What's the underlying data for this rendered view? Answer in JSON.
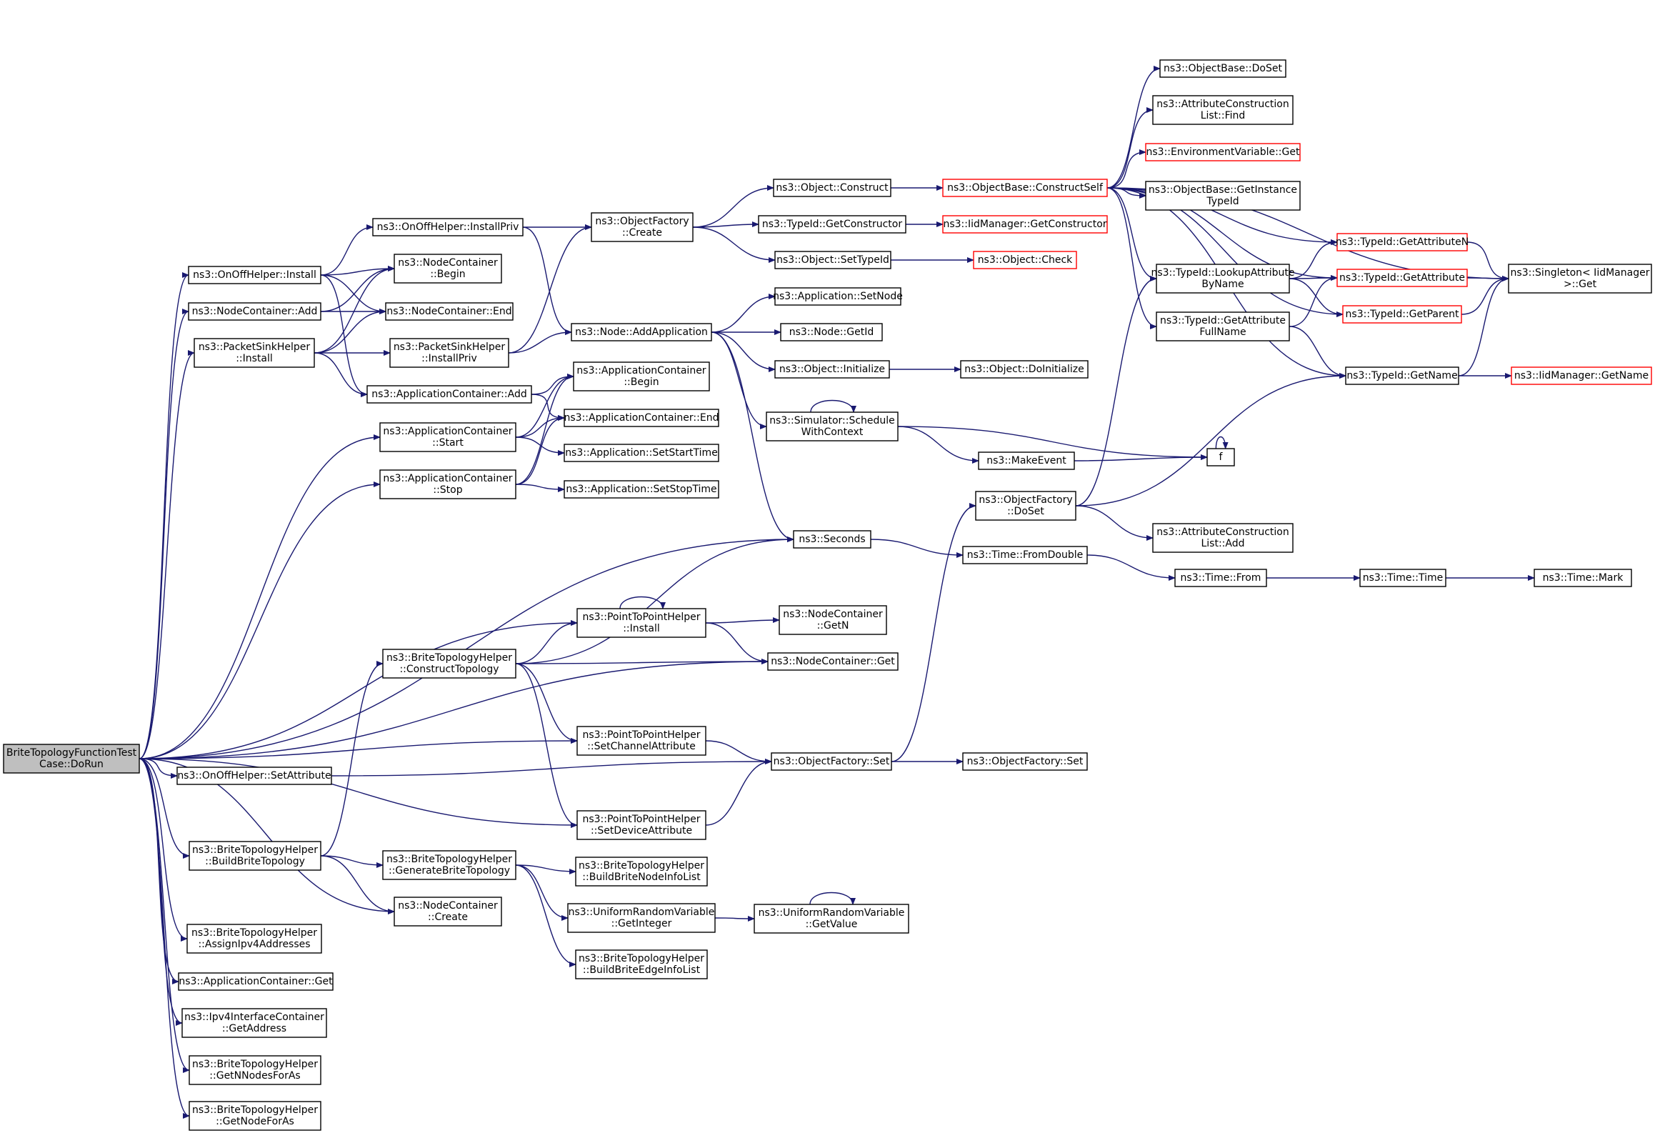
{
  "diagram": {
    "type": "call-graph",
    "edge_color": "#191970",
    "node_border": "#000000",
    "truncated_node_border": "#ff0000",
    "root_fill": "#bfbfbf"
  },
  "nodes": [
    {
      "id": "root",
      "lines": [
        "BriteTopologyFunctionTest",
        "Case::DoRun"
      ],
      "root": true
    },
    {
      "id": "onoffInstall",
      "lines": [
        "ns3::OnOffHelper::Install"
      ]
    },
    {
      "id": "ncAdd",
      "lines": [
        "ns3::NodeContainer::Add"
      ]
    },
    {
      "id": "psInstall",
      "lines": [
        "ns3::PacketSinkHelper",
        "::Install"
      ]
    },
    {
      "id": "acStart",
      "lines": [
        "ns3::ApplicationContainer",
        "::Start"
      ]
    },
    {
      "id": "acStop",
      "lines": [
        "ns3::ApplicationContainer",
        "::Stop"
      ]
    },
    {
      "id": "btConstruct",
      "lines": [
        "ns3::BriteTopologyHelper",
        "::ConstructTopology"
      ]
    },
    {
      "id": "onoffSetAttr",
      "lines": [
        "ns3::OnOffHelper::SetAttribute"
      ]
    },
    {
      "id": "btBuild",
      "lines": [
        "ns3::BriteTopologyHelper",
        "::BuildBriteTopology"
      ]
    },
    {
      "id": "btAssign",
      "lines": [
        "ns3::BriteTopologyHelper",
        "::AssignIpv4Addresses"
      ]
    },
    {
      "id": "acGet",
      "lines": [
        "ns3::ApplicationContainer::Get"
      ]
    },
    {
      "id": "ipv4GetAddr",
      "lines": [
        "ns3::Ipv4InterfaceContainer",
        "::GetAddress"
      ]
    },
    {
      "id": "btGetNNodes",
      "lines": [
        "ns3::BriteTopologyHelper",
        "::GetNNodesForAs"
      ]
    },
    {
      "id": "btGetNode",
      "lines": [
        "ns3::BriteTopologyHelper",
        "::GetNodeForAs"
      ]
    },
    {
      "id": "onoffInstallPriv",
      "lines": [
        "ns3::OnOffHelper::InstallPriv"
      ]
    },
    {
      "id": "ncBegin",
      "lines": [
        "ns3::NodeContainer",
        "::Begin"
      ]
    },
    {
      "id": "ncEnd",
      "lines": [
        "ns3::NodeContainer::End"
      ]
    },
    {
      "id": "psInstallPriv",
      "lines": [
        "ns3::PacketSinkHelper",
        "::InstallPriv"
      ]
    },
    {
      "id": "acAdd",
      "lines": [
        "ns3::ApplicationContainer::Add"
      ]
    },
    {
      "id": "btGenerate",
      "lines": [
        "ns3::BriteTopologyHelper",
        "::GenerateBriteTopology"
      ]
    },
    {
      "id": "ncCreate",
      "lines": [
        "ns3::NodeContainer",
        "::Create"
      ]
    },
    {
      "id": "ofCreate",
      "lines": [
        "ns3::ObjectFactory",
        "::Create"
      ]
    },
    {
      "id": "nodeAddApp",
      "lines": [
        "ns3::Node::AddApplication"
      ]
    },
    {
      "id": "acBegin",
      "lines": [
        "ns3::ApplicationContainer",
        "::Begin"
      ]
    },
    {
      "id": "acEnd",
      "lines": [
        "ns3::ApplicationContainer::End"
      ]
    },
    {
      "id": "appSetStart",
      "lines": [
        "ns3::Application::SetStartTime"
      ]
    },
    {
      "id": "appSetStop",
      "lines": [
        "ns3::Application::SetStopTime"
      ]
    },
    {
      "id": "p2pInstall",
      "lines": [
        "ns3::PointToPointHelper",
        "::Install"
      ]
    },
    {
      "id": "p2pSetChannel",
      "lines": [
        "ns3::PointToPointHelper",
        "::SetChannelAttribute"
      ]
    },
    {
      "id": "p2pSetDevice",
      "lines": [
        "ns3::PointToPointHelper",
        "::SetDeviceAttribute"
      ]
    },
    {
      "id": "btNodeInfo",
      "lines": [
        "ns3::BriteTopologyHelper",
        "::BuildBriteNodeInfoList"
      ]
    },
    {
      "id": "urvGetInteger",
      "lines": [
        "ns3::UniformRandomVariable",
        "::GetInteger"
      ]
    },
    {
      "id": "btEdgeInfo",
      "lines": [
        "ns3::BriteTopologyHelper",
        "::BuildBriteEdgeInfoList"
      ]
    },
    {
      "id": "objConstruct",
      "lines": [
        "ns3::Object::Construct"
      ]
    },
    {
      "id": "tidGetCtor",
      "lines": [
        "ns3::TypeId::GetConstructor"
      ]
    },
    {
      "id": "objSetTypeId",
      "lines": [
        "ns3::Object::SetTypeId"
      ]
    },
    {
      "id": "appSetNode",
      "lines": [
        "ns3::Application::SetNode"
      ]
    },
    {
      "id": "nodeGetId",
      "lines": [
        "ns3::Node::GetId"
      ]
    },
    {
      "id": "objInitialize",
      "lines": [
        "ns3::Object::Initialize"
      ]
    },
    {
      "id": "simSchedule",
      "lines": [
        "ns3::Simulator::Schedule",
        "WithContext"
      ]
    },
    {
      "id": "makeEvent",
      "lines": [
        "ns3::MakeEvent"
      ]
    },
    {
      "id": "seconds",
      "lines": [
        "ns3::Seconds"
      ]
    },
    {
      "id": "ncGetN",
      "lines": [
        "ns3::NodeContainer",
        "::GetN"
      ]
    },
    {
      "id": "ncGet",
      "lines": [
        "ns3::NodeContainer::Get"
      ]
    },
    {
      "id": "ofSet",
      "lines": [
        "ns3::ObjectFactory::Set"
      ]
    },
    {
      "id": "urvGetValue",
      "lines": [
        "ns3::UniformRandomVariable",
        "::GetValue"
      ]
    },
    {
      "id": "obConstructSelf",
      "lines": [
        "ns3::ObjectBase::ConstructSelf"
      ],
      "red": true
    },
    {
      "id": "iidGetCtor",
      "lines": [
        "ns3::IidManager::GetConstructor"
      ],
      "red": true
    },
    {
      "id": "objCheck",
      "lines": [
        "ns3::Object::Check"
      ],
      "red": true
    },
    {
      "id": "objDoInit",
      "lines": [
        "ns3::Object::DoInitialize"
      ]
    },
    {
      "id": "ofDoSet",
      "lines": [
        "ns3::ObjectFactory",
        "::DoSet"
      ]
    },
    {
      "id": "timeFromDouble",
      "lines": [
        "ns3::Time::FromDouble"
      ]
    },
    {
      "id": "ofSet2",
      "lines": [
        "ns3::ObjectFactory::Set"
      ]
    },
    {
      "id": "obDoSet",
      "lines": [
        "ns3::ObjectBase::DoSet"
      ]
    },
    {
      "id": "aclFind",
      "lines": [
        "ns3::AttributeConstruction",
        "List::Find"
      ]
    },
    {
      "id": "envGet",
      "lines": [
        "ns3::EnvironmentVariable::Get"
      ],
      "red": true
    },
    {
      "id": "obGetInstTid",
      "lines": [
        "ns3::ObjectBase::GetInstance",
        "TypeId"
      ]
    },
    {
      "id": "tidLookup",
      "lines": [
        "ns3::TypeId::LookupAttribute",
        "ByName"
      ]
    },
    {
      "id": "tidGetAttrFull",
      "lines": [
        "ns3::TypeId::GetAttribute",
        "FullName"
      ]
    },
    {
      "id": "f",
      "lines": [
        "f"
      ]
    },
    {
      "id": "aclAdd",
      "lines": [
        "ns3::AttributeConstruction",
        "List::Add"
      ]
    },
    {
      "id": "timeFrom",
      "lines": [
        "ns3::Time::From"
      ]
    },
    {
      "id": "tidGetAttrN",
      "lines": [
        "ns3::TypeId::GetAttributeN"
      ],
      "red": true
    },
    {
      "id": "tidGetAttr",
      "lines": [
        "ns3::TypeId::GetAttribute"
      ],
      "red": true
    },
    {
      "id": "tidGetParent",
      "lines": [
        "ns3::TypeId::GetParent"
      ],
      "red": true
    },
    {
      "id": "tidGetName",
      "lines": [
        "ns3::TypeId::GetName"
      ]
    },
    {
      "id": "timeTime",
      "lines": [
        "ns3::Time::Time"
      ]
    },
    {
      "id": "singletonGet",
      "lines": [
        "ns3::Singleton< IidManager",
        ">::Get"
      ]
    },
    {
      "id": "iidGetName",
      "lines": [
        "ns3::IidManager::GetName"
      ],
      "red": true
    },
    {
      "id": "timeMark",
      "lines": [
        "ns3::Time::Mark"
      ]
    }
  ],
  "edges": [
    [
      "root",
      "onoffInstall"
    ],
    [
      "root",
      "ncAdd"
    ],
    [
      "root",
      "psInstall"
    ],
    [
      "root",
      "acStart"
    ],
    [
      "root",
      "acStop"
    ],
    [
      "root",
      "seconds"
    ],
    [
      "root",
      "p2pInstall"
    ],
    [
      "root",
      "ncGet"
    ],
    [
      "root",
      "p2pSetChannel"
    ],
    [
      "root",
      "onoffSetAttr"
    ],
    [
      "root",
      "p2pSetDevice"
    ],
    [
      "root",
      "btBuild"
    ],
    [
      "root",
      "ncCreate"
    ],
    [
      "root",
      "btAssign"
    ],
    [
      "root",
      "acGet"
    ],
    [
      "root",
      "ipv4GetAddr"
    ],
    [
      "root",
      "btGetNNodes"
    ],
    [
      "root",
      "btGetNode"
    ],
    [
      "onoffInstall",
      "onoffInstallPriv"
    ],
    [
      "onoffInstall",
      "ncBegin"
    ],
    [
      "onoffInstall",
      "ncEnd"
    ],
    [
      "onoffInstall",
      "acAdd"
    ],
    [
      "ncAdd",
      "ncBegin"
    ],
    [
      "ncAdd",
      "ncEnd"
    ],
    [
      "psInstall",
      "psInstallPriv"
    ],
    [
      "psInstall",
      "ncBegin"
    ],
    [
      "psInstall",
      "ncEnd"
    ],
    [
      "psInstall",
      "acAdd"
    ],
    [
      "acStart",
      "acBegin"
    ],
    [
      "acStart",
      "acEnd"
    ],
    [
      "acStart",
      "appSetStart"
    ],
    [
      "acStop",
      "acBegin"
    ],
    [
      "acStop",
      "acEnd"
    ],
    [
      "acStop",
      "appSetStop"
    ],
    [
      "btConstruct",
      "p2pInstall"
    ],
    [
      "btConstruct",
      "ncGet"
    ],
    [
      "btConstruct",
      "p2pSetChannel"
    ],
    [
      "btConstruct",
      "p2pSetDevice"
    ],
    [
      "btConstruct",
      "seconds"
    ],
    [
      "onoffSetAttr",
      "ofSet"
    ],
    [
      "btBuild",
      "btConstruct"
    ],
    [
      "btBuild",
      "btGenerate"
    ],
    [
      "btBuild",
      "ncCreate"
    ],
    [
      "onoffInstallPriv",
      "ofCreate"
    ],
    [
      "onoffInstallPriv",
      "nodeAddApp"
    ],
    [
      "psInstallPriv",
      "ofCreate"
    ],
    [
      "psInstallPriv",
      "nodeAddApp"
    ],
    [
      "acAdd",
      "acBegin"
    ],
    [
      "acAdd",
      "acEnd"
    ],
    [
      "btGenerate",
      "btNodeInfo"
    ],
    [
      "btGenerate",
      "urvGetInteger"
    ],
    [
      "btGenerate",
      "btEdgeInfo"
    ],
    [
      "ofCreate",
      "objConstruct"
    ],
    [
      "ofCreate",
      "tidGetCtor"
    ],
    [
      "ofCreate",
      "objSetTypeId"
    ],
    [
      "nodeAddApp",
      "appSetNode"
    ],
    [
      "nodeAddApp",
      "nodeGetId"
    ],
    [
      "nodeAddApp",
      "objInitialize"
    ],
    [
      "nodeAddApp",
      "simSchedule"
    ],
    [
      "nodeAddApp",
      "seconds"
    ],
    [
      "p2pInstall",
      "p2pInstall"
    ],
    [
      "p2pInstall",
      "ncGetN"
    ],
    [
      "p2pInstall",
      "ncGet"
    ],
    [
      "p2pSetChannel",
      "ofSet"
    ],
    [
      "p2pSetDevice",
      "ofSet"
    ],
    [
      "urvGetInteger",
      "urvGetValue"
    ],
    [
      "urvGetValue",
      "urvGetValue"
    ],
    [
      "objConstruct",
      "obConstructSelf"
    ],
    [
      "tidGetCtor",
      "iidGetCtor"
    ],
    [
      "objSetTypeId",
      "objCheck"
    ],
    [
      "objInitialize",
      "objDoInit"
    ],
    [
      "simSchedule",
      "simSchedule"
    ],
    [
      "simSchedule",
      "makeEvent"
    ],
    [
      "simSchedule",
      "f"
    ],
    [
      "makeEvent",
      "f"
    ],
    [
      "f",
      "f"
    ],
    [
      "seconds",
      "timeFromDouble"
    ],
    [
      "ofSet",
      "ofDoSet"
    ],
    [
      "ofSet",
      "ofSet2"
    ],
    [
      "obConstructSelf",
      "obDoSet"
    ],
    [
      "obConstructSelf",
      "aclFind"
    ],
    [
      "obConstructSelf",
      "envGet"
    ],
    [
      "obConstructSelf",
      "obGetInstTid"
    ],
    [
      "obConstructSelf",
      "tidLookup"
    ],
    [
      "obConstructSelf",
      "tidGetAttrFull"
    ],
    [
      "obConstructSelf",
      "tidGetAttrN"
    ],
    [
      "obConstructSelf",
      "tidGetAttr"
    ],
    [
      "obConstructSelf",
      "tidGetParent"
    ],
    [
      "obConstructSelf",
      "tidGetName"
    ],
    [
      "obConstructSelf",
      "singletonGet"
    ],
    [
      "ofDoSet",
      "tidLookup"
    ],
    [
      "ofDoSet",
      "aclAdd"
    ],
    [
      "ofDoSet",
      "tidGetName"
    ],
    [
      "timeFromDouble",
      "timeFrom"
    ],
    [
      "timeFrom",
      "timeTime"
    ],
    [
      "timeTime",
      "timeMark"
    ],
    [
      "tidLookup",
      "tidGetAttrN"
    ],
    [
      "tidLookup",
      "tidGetAttr"
    ],
    [
      "tidLookup",
      "tidGetParent"
    ],
    [
      "tidGetAttrFull",
      "tidGetAttr"
    ],
    [
      "tidGetAttrFull",
      "tidGetName"
    ],
    [
      "tidGetAttrN",
      "singletonGet"
    ],
    [
      "tidGetAttr",
      "singletonGet"
    ],
    [
      "tidGetParent",
      "singletonGet"
    ],
    [
      "tidGetName",
      "singletonGet"
    ],
    [
      "tidGetName",
      "iidGetName"
    ]
  ]
}
